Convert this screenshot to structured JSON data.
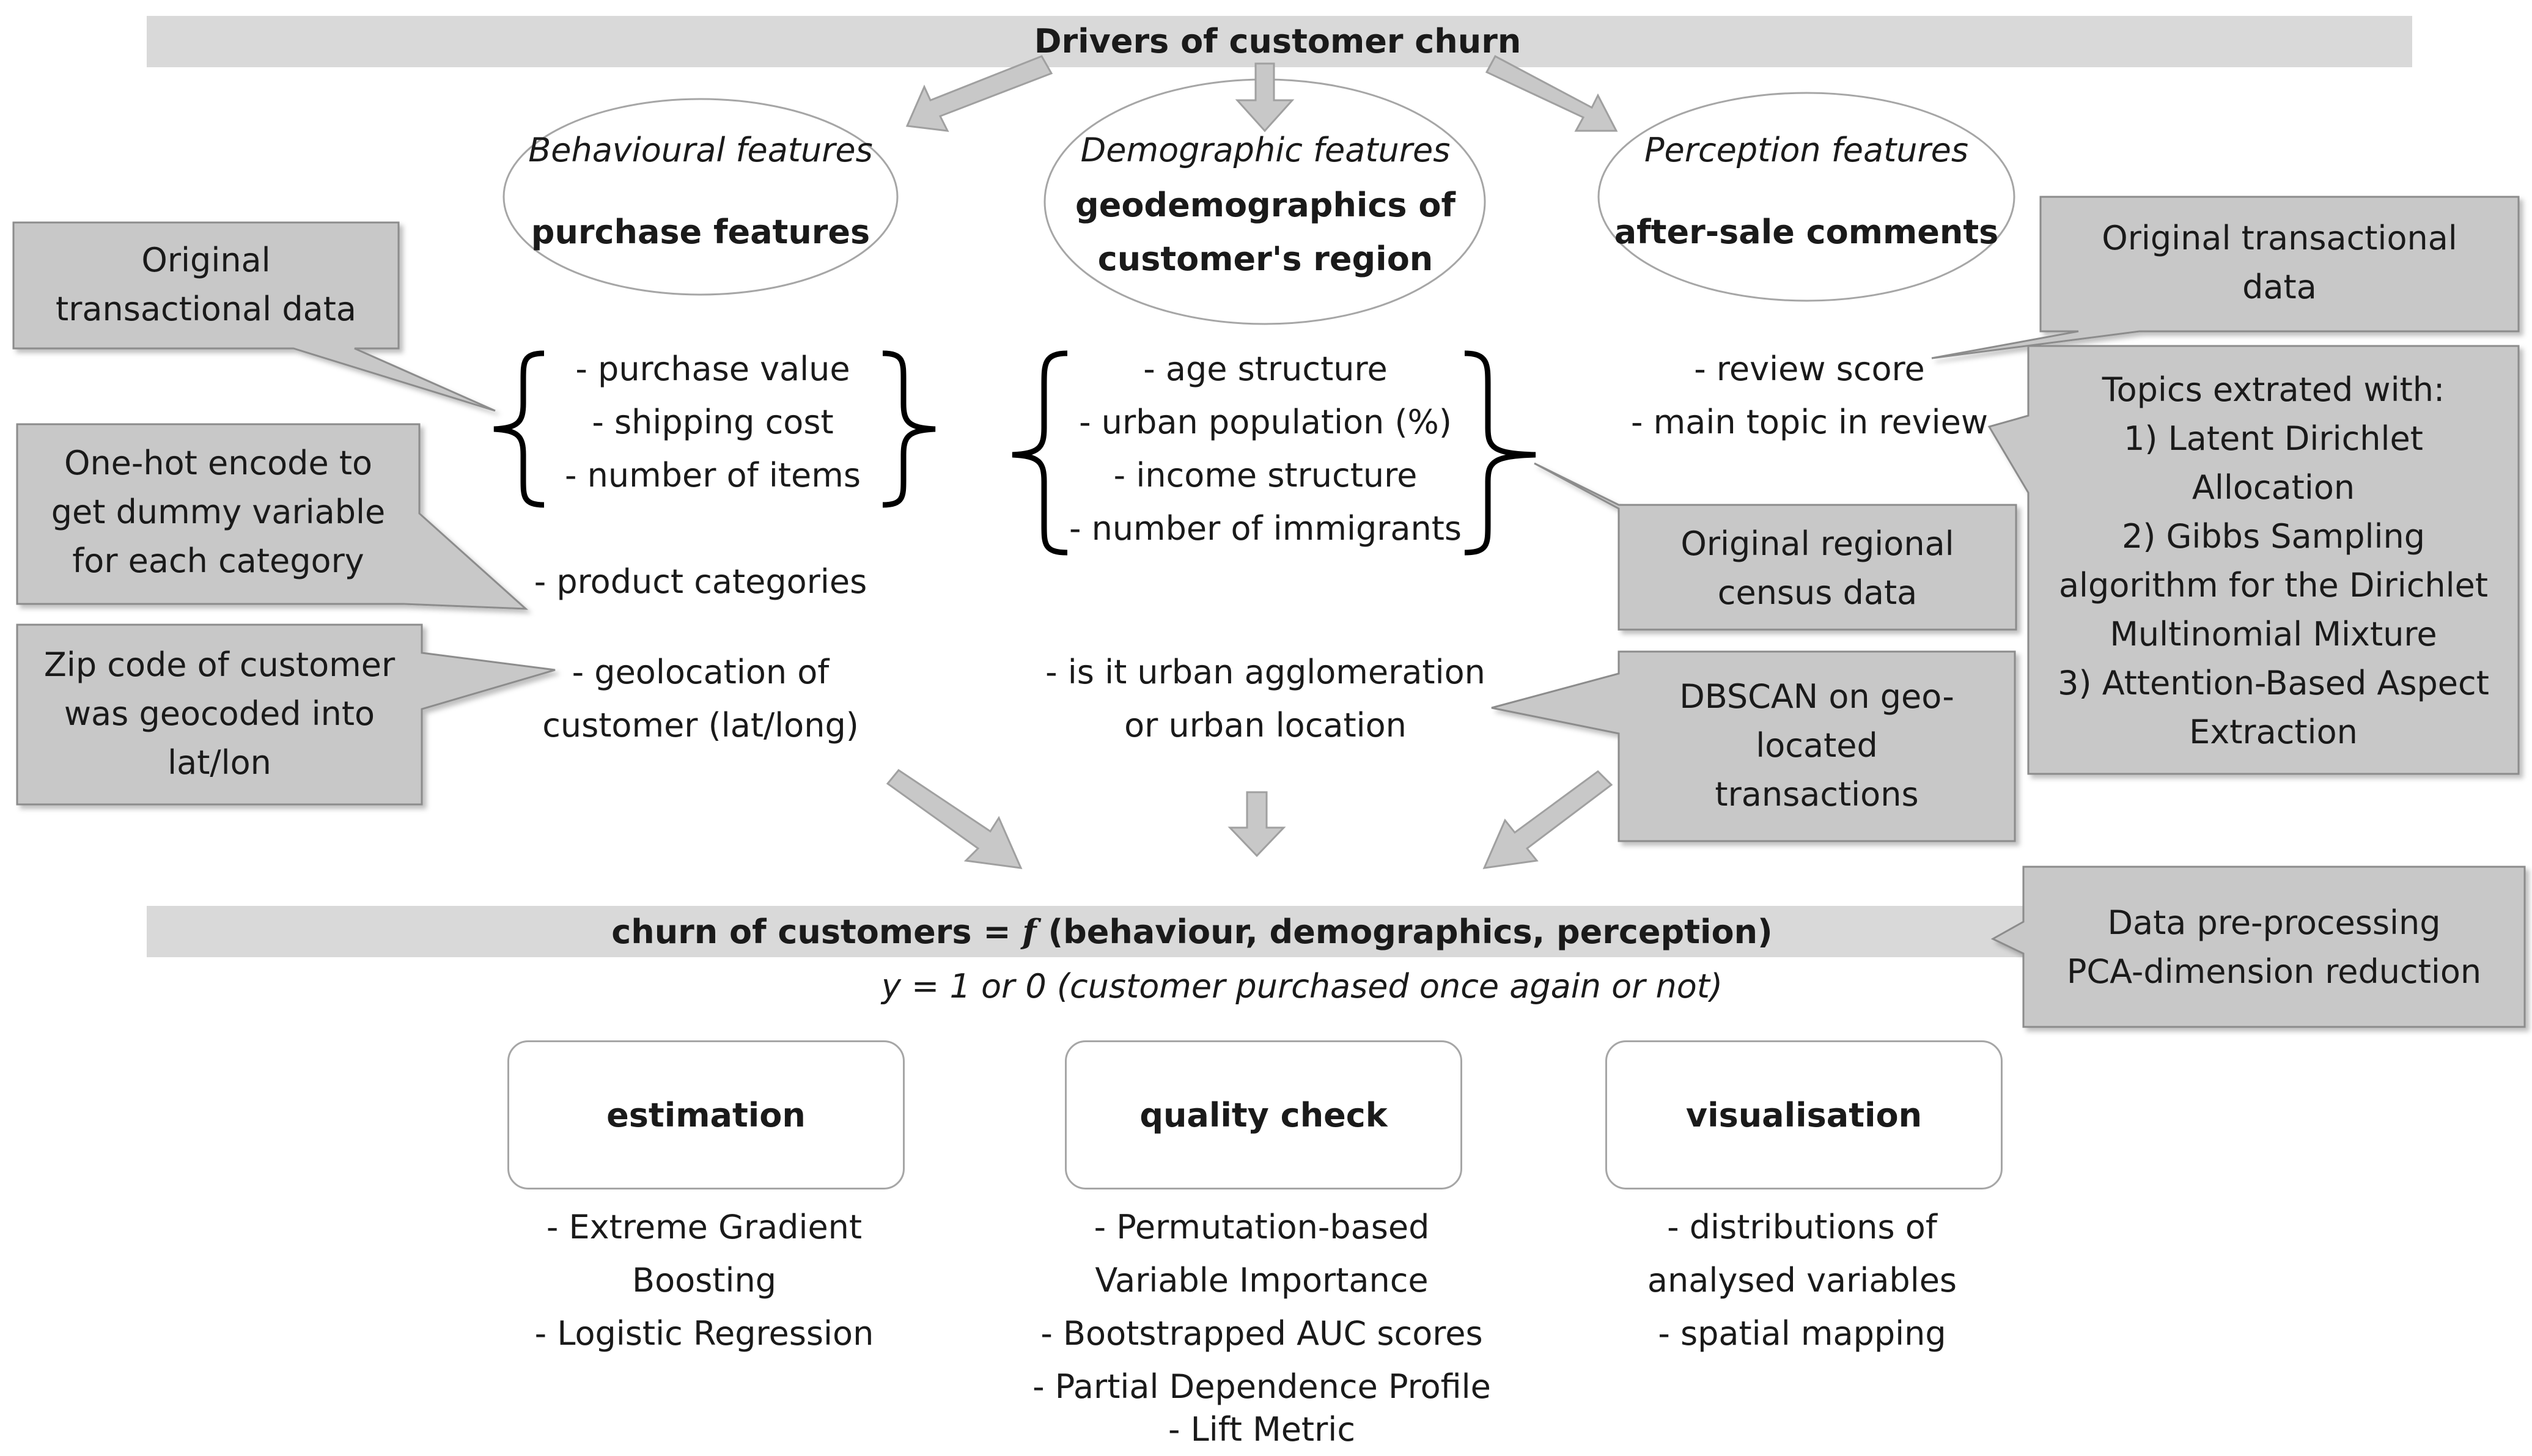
{
  "title": "Drivers of customer churn",
  "features": {
    "behavioural": {
      "category": "Behavioural features",
      "name": "purchase features"
    },
    "demographic": {
      "category": "Demographic features",
      "name_line1": "geodemographics of",
      "name_line2": "customer's region"
    },
    "perception": {
      "category": "Perception features",
      "name": "after-sale comments"
    }
  },
  "behavioural_items": [
    "- purchase value",
    "- shipping cost",
    "- number of items"
  ],
  "product_categories": "- product categories",
  "geolocation": [
    "- geolocation of",
    "customer (lat/long)"
  ],
  "demographic_items": [
    "- age structure",
    "- urban population (%)",
    "- income structure",
    "- number of immigrants"
  ],
  "urban": [
    "- is it urban agglomeration",
    "or urban location"
  ],
  "perception_items": [
    "- review score",
    "- main topic in review"
  ],
  "callouts": {
    "orig_trans_left": [
      "Original",
      "transactional data"
    ],
    "onehot": [
      "One-hot encode to",
      "get dummy variable",
      "for each category"
    ],
    "zip": [
      "Zip code of customer",
      "was geocoded into",
      "lat/lon"
    ],
    "orig_trans_right": [
      "Original transactional",
      "data"
    ],
    "topics": [
      "Topics extrated with:",
      "1) Latent Dirichlet",
      "Allocation",
      "2) Gibbs Sampling",
      "algorithm for the Dirichlet",
      "Multinomial Mixture",
      "3) Attention-Based Aspect",
      "Extraction"
    ],
    "census": [
      "Original regional",
      "census data"
    ],
    "dbscan": [
      "DBSCAN on geo-",
      "located",
      "transactions"
    ],
    "preprocessing": [
      "Data pre-processing",
      "PCA-dimension reduction"
    ]
  },
  "model": {
    "formula_prefix": "churn of customers = ",
    "formula_f": "f",
    "formula_suffix": " (behaviour, demographics, perception)",
    "subtitle": "y = 1 or 0 (customer purchased once again or not)"
  },
  "steps": [
    {
      "label": "estimation",
      "items": [
        "- Extreme Gradient",
        "Boosting",
        "- Logistic Regression"
      ]
    },
    {
      "label": "quality check",
      "items": [
        "- Permutation-based",
        "Variable Importance",
        "- Bootstrapped AUC scores",
        "- Partial Dependence Profile",
        "- Lift Metric"
      ]
    },
    {
      "label": "visualisation",
      "items": [
        "- distributions of",
        "analysed variables",
        "- spatial mapping"
      ]
    }
  ],
  "colors": {
    "bar": "#d9d9d9",
    "callout_fill": "#c8c8c8",
    "callout_stroke": "#8c8c8c",
    "arrow_fill": "#c8c8c8",
    "arrow_stroke": "#a0a0a0",
    "text": "#1a1a1a"
  }
}
